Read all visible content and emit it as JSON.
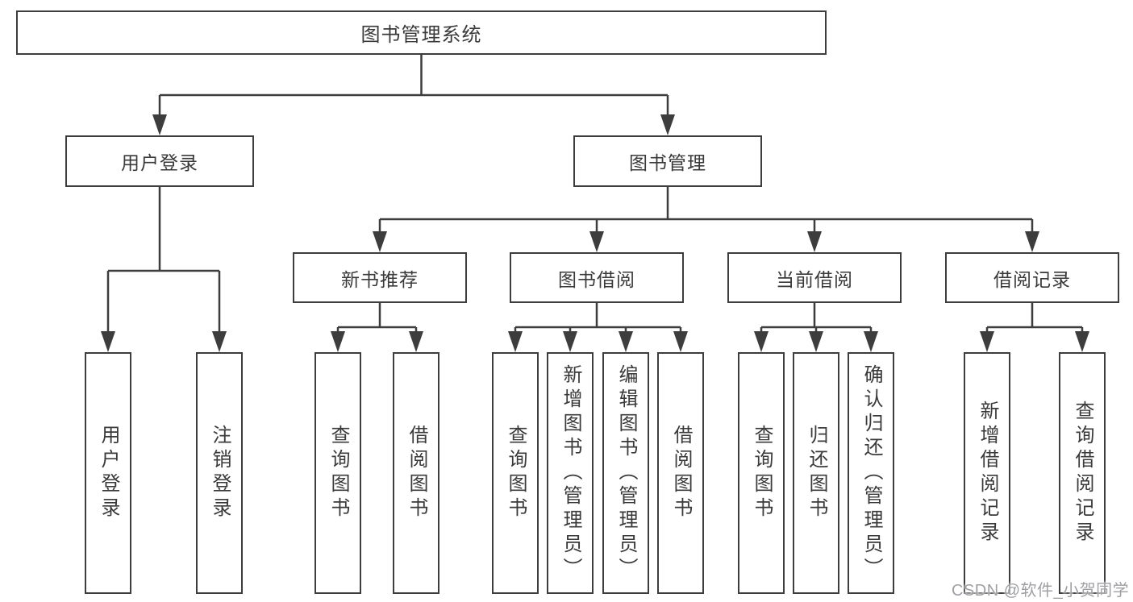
{
  "diagram_title": "图书管理系统",
  "tree": {
    "label": "图书管理系统",
    "children": [
      {
        "label": "用户登录",
        "children": [
          {
            "label": "用户登录"
          },
          {
            "label": "注销登录"
          }
        ]
      },
      {
        "label": "图书管理",
        "children": [
          {
            "label": "新书推荐",
            "children": [
              {
                "label": "查询图书"
              },
              {
                "label": "借阅图书"
              }
            ]
          },
          {
            "label": "图书借阅",
            "children": [
              {
                "label": "查询图书"
              },
              {
                "label": "新增图书（管理员）"
              },
              {
                "label": "编辑图书（管理员）"
              },
              {
                "label": "借阅图书"
              }
            ]
          },
          {
            "label": "当前借阅",
            "children": [
              {
                "label": "查询图书"
              },
              {
                "label": "归还图书"
              },
              {
                "label": "确认归还（管理员）"
              }
            ]
          },
          {
            "label": "借阅记录",
            "children": [
              {
                "label": "新增借阅记录"
              },
              {
                "label": "查询借阅记录"
              }
            ]
          }
        ]
      }
    ]
  },
  "watermark": {
    "text": "CSDN @软件_小贺同学"
  },
  "colors": {
    "line": "#3d3d3d",
    "border": "#3d3d3d",
    "text": "#3a3a3a",
    "watermark": "#9fa0a4",
    "background": "#ffffff"
  }
}
